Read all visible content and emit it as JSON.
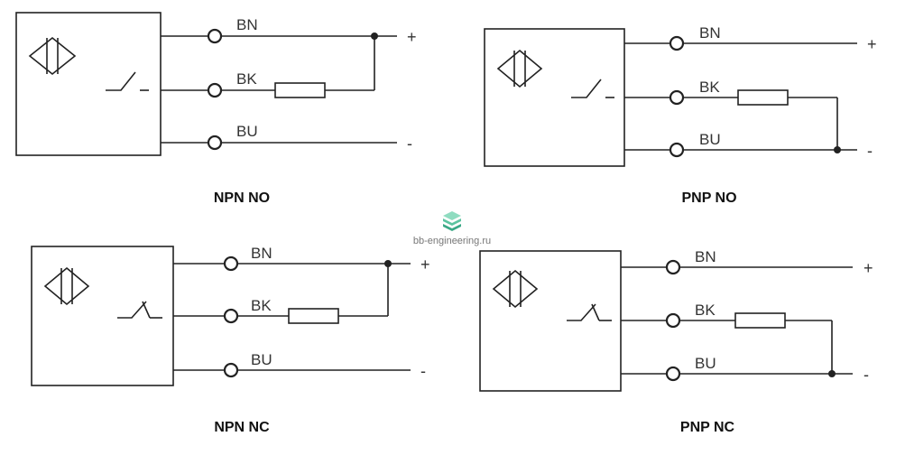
{
  "watermark": {
    "text": "bb-engineering.ru",
    "icon": "layers-logo-icon",
    "color": "#5cc4a0"
  },
  "diagrams": [
    {
      "id": "npn-no",
      "title": "NPN NO",
      "type": "NPN",
      "contact": "NO",
      "wires": [
        {
          "label": "BN",
          "terminal": "+"
        },
        {
          "label": "BK",
          "terminal": ""
        },
        {
          "label": "BU",
          "terminal": "-"
        }
      ]
    },
    {
      "id": "pnp-no",
      "title": "PNP NO",
      "type": "PNP",
      "contact": "NO",
      "wires": [
        {
          "label": "BN",
          "terminal": "+"
        },
        {
          "label": "BK",
          "terminal": ""
        },
        {
          "label": "BU",
          "terminal": "-"
        }
      ]
    },
    {
      "id": "npn-nc",
      "title": "NPN NC",
      "type": "NPN",
      "contact": "NC",
      "wires": [
        {
          "label": "BN",
          "terminal": "+"
        },
        {
          "label": "BK",
          "terminal": ""
        },
        {
          "label": "BU",
          "terminal": "-"
        }
      ]
    },
    {
      "id": "pnp-nc",
      "title": "PNP NC",
      "type": "PNP",
      "contact": "NC",
      "wires": [
        {
          "label": "BN",
          "terminal": "+"
        },
        {
          "label": "BK",
          "terminal": ""
        },
        {
          "label": "BU",
          "terminal": "-"
        }
      ]
    }
  ]
}
